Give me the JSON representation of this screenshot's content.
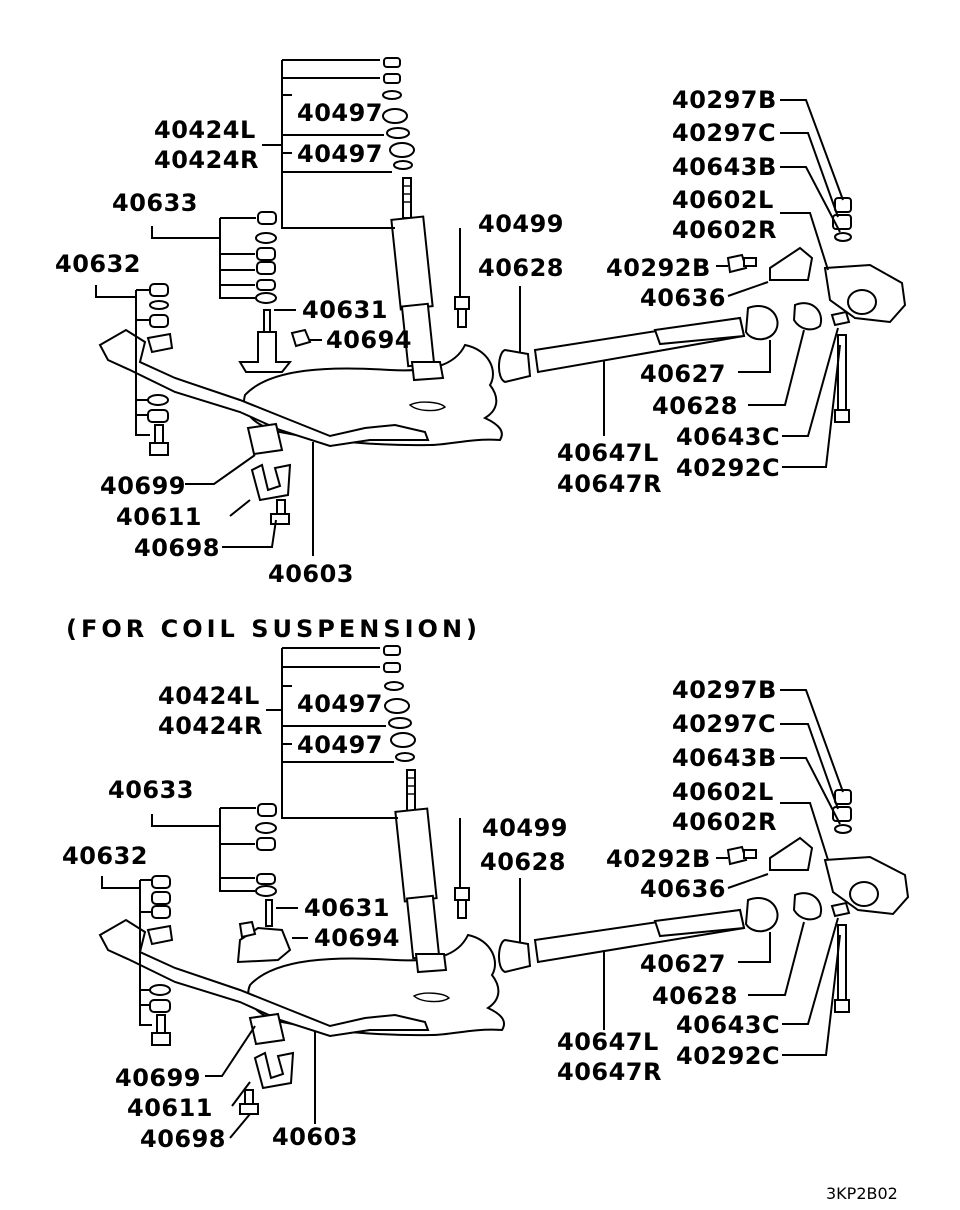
{
  "section_caption": "(FOR COIL SUSPENSION)",
  "diagram_code": "3KP2B02",
  "top": {
    "l_40424L": "40424L",
    "l_40424R": "40424R",
    "l_40497a": "40497",
    "l_40497b": "40497",
    "l_40633": "40633",
    "l_40632": "40632",
    "l_40499": "40499",
    "l_40628a": "40628",
    "l_40631": "40631",
    "l_40694": "40694",
    "l_40699": "40699",
    "l_40611": "40611",
    "l_40698": "40698",
    "l_40603": "40603",
    "l_40297B": "40297B",
    "l_40297C": "40297C",
    "l_40643B": "40643B",
    "l_40602L": "40602L",
    "l_40602R": "40602R",
    "l_40292B": "40292B",
    "l_40636": "40636",
    "l_40627": "40627",
    "l_40628b": "40628",
    "l_40643C": "40643C",
    "l_40292C": "40292C",
    "l_40647L": "40647L",
    "l_40647R": "40647R"
  },
  "bottom": {
    "l_40424L": "40424L",
    "l_40424R": "40424R",
    "l_40497a": "40497",
    "l_40497b": "40497",
    "l_40633": "40633",
    "l_40632": "40632",
    "l_40499": "40499",
    "l_40628a": "40628",
    "l_40631": "40631",
    "l_40694": "40694",
    "l_40699": "40699",
    "l_40611": "40611",
    "l_40698": "40698",
    "l_40603": "40603",
    "l_40297B": "40297B",
    "l_40297C": "40297C",
    "l_40643B": "40643B",
    "l_40602L": "40602L",
    "l_40602R": "40602R",
    "l_40292B": "40292B",
    "l_40636": "40636",
    "l_40627": "40627",
    "l_40628b": "40628",
    "l_40643C": "40643C",
    "l_40292C": "40292C",
    "l_40647L": "40647L",
    "l_40647R": "40647R"
  }
}
